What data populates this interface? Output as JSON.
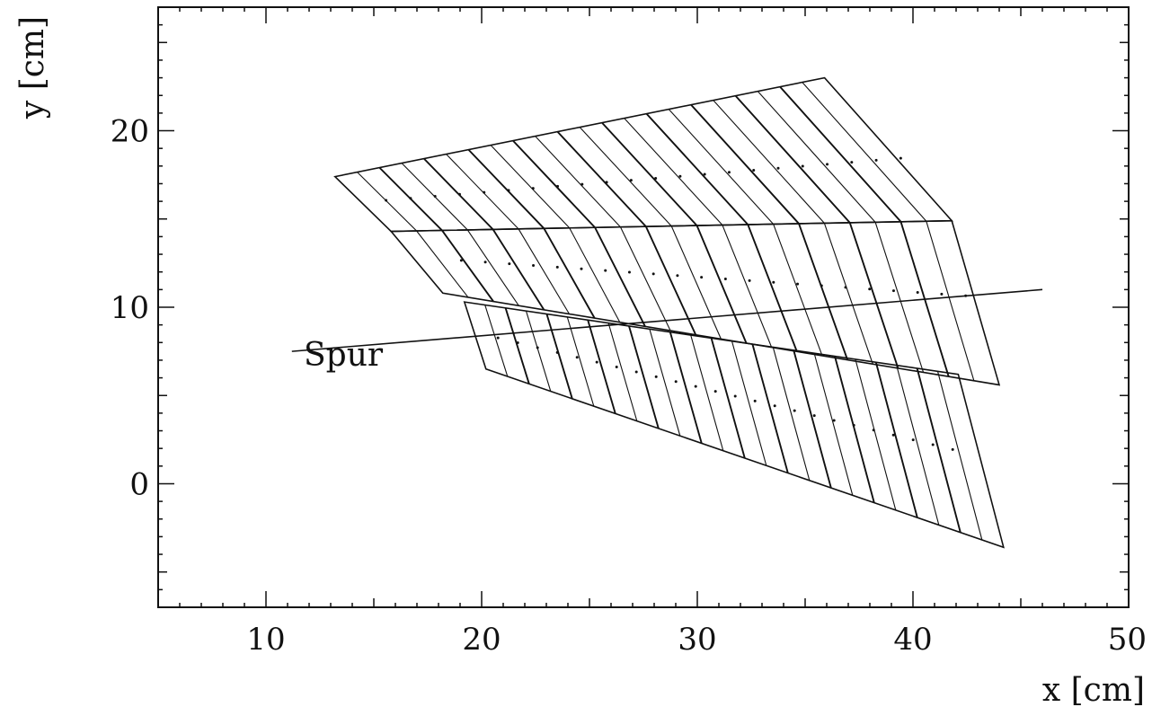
{
  "chart_data": {
    "type": "line",
    "xlabel": "x [cm]",
    "ylabel": "y [cm]",
    "xlim": [
      5,
      50
    ],
    "ylim": [
      -7,
      27
    ],
    "x_ticks": [
      "10",
      "20",
      "30",
      "40",
      "50"
    ],
    "y_ticks": [
      "0",
      "10",
      "20"
    ],
    "grid": false,
    "colors": {
      "line": "#111111",
      "background": "#ffffff"
    },
    "layers": [
      {
        "name": "",
        "corners": [
          [
            13.2,
            17.4
          ],
          [
            35.9,
            23.0
          ],
          [
            41.8,
            14.9
          ],
          [
            15.8,
            14.3
          ]
        ],
        "strips": 22,
        "dots": [
          [
            15.0,
            16.0
          ],
          [
            40.0,
            18.5
          ]
        ]
      },
      {
        "name": "",
        "corners": [
          [
            15.8,
            14.3
          ],
          [
            41.8,
            14.9
          ],
          [
            44.0,
            5.6
          ],
          [
            18.2,
            10.8
          ]
        ],
        "strips": 22,
        "dots": [
          [
            18.5,
            12.7
          ],
          [
            43.0,
            10.6
          ]
        ]
      },
      {
        "name": "",
        "corners": [
          [
            19.2,
            10.3
          ],
          [
            42.1,
            6.2
          ],
          [
            44.2,
            -3.6
          ],
          [
            20.2,
            6.5
          ]
        ],
        "strips": 24,
        "dots": [
          [
            20.3,
            8.4
          ],
          [
            42.3,
            1.8
          ]
        ]
      }
    ],
    "track": {
      "label": "Spur",
      "points": [
        [
          11.2,
          7.5
        ],
        [
          46.0,
          11.0
        ]
      ]
    }
  }
}
